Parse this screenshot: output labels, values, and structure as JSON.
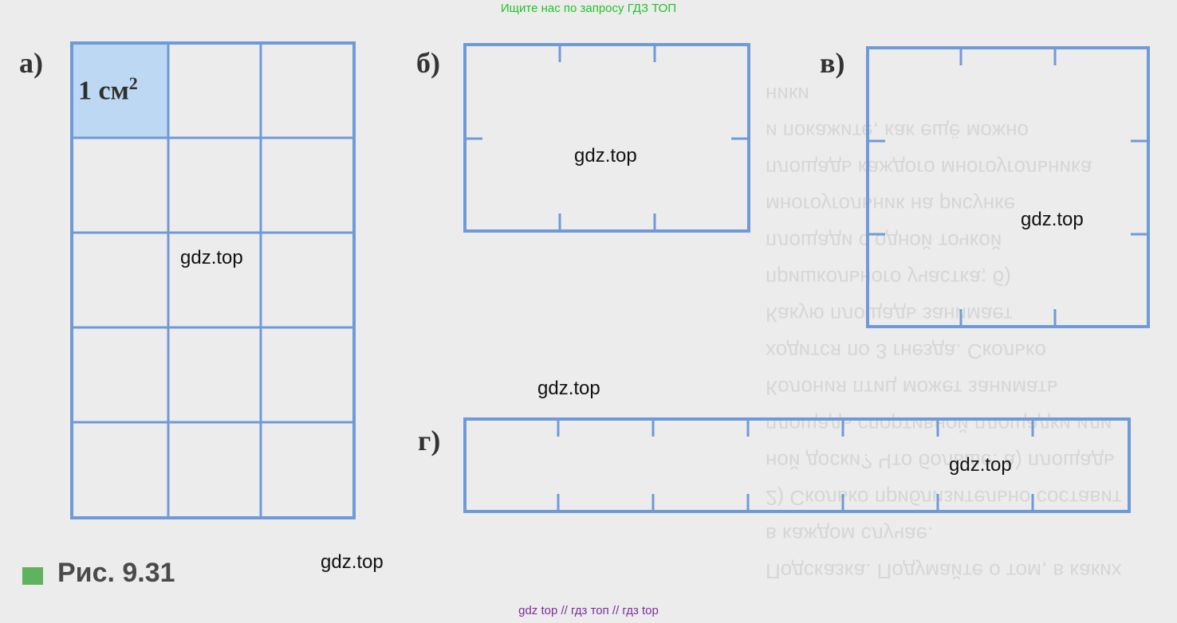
{
  "banner_top": "Ищите нас по запросу ГДЗ ТОП",
  "banner_bottom": "gdz top  //  гдз топ  //  гдз top",
  "labels": {
    "a": "а)",
    "b": "б)",
    "v": "в)",
    "g": "г)"
  },
  "unit_cell": {
    "text": "1 см",
    "exponent": "2"
  },
  "caption": "Рис. 9.31",
  "watermark": "gdz.top",
  "colors": {
    "border": "#6f9ad8",
    "cell_fill": "#bcd8f2",
    "caption_square": "#5fb35c",
    "banner_top": "#22c22a",
    "banner_bottom": "#7a2f9a"
  },
  "figures": {
    "a": {
      "rows": 5,
      "cols": 3
    },
    "b": {
      "ticks_top": 2,
      "ticks_bottom": 2,
      "ticks_side": 1
    },
    "v": {
      "ticks_top": 2,
      "ticks_bottom": 2,
      "ticks_side": 2
    },
    "g": {
      "ticks_top": 6,
      "ticks_bottom": 6
    }
  }
}
